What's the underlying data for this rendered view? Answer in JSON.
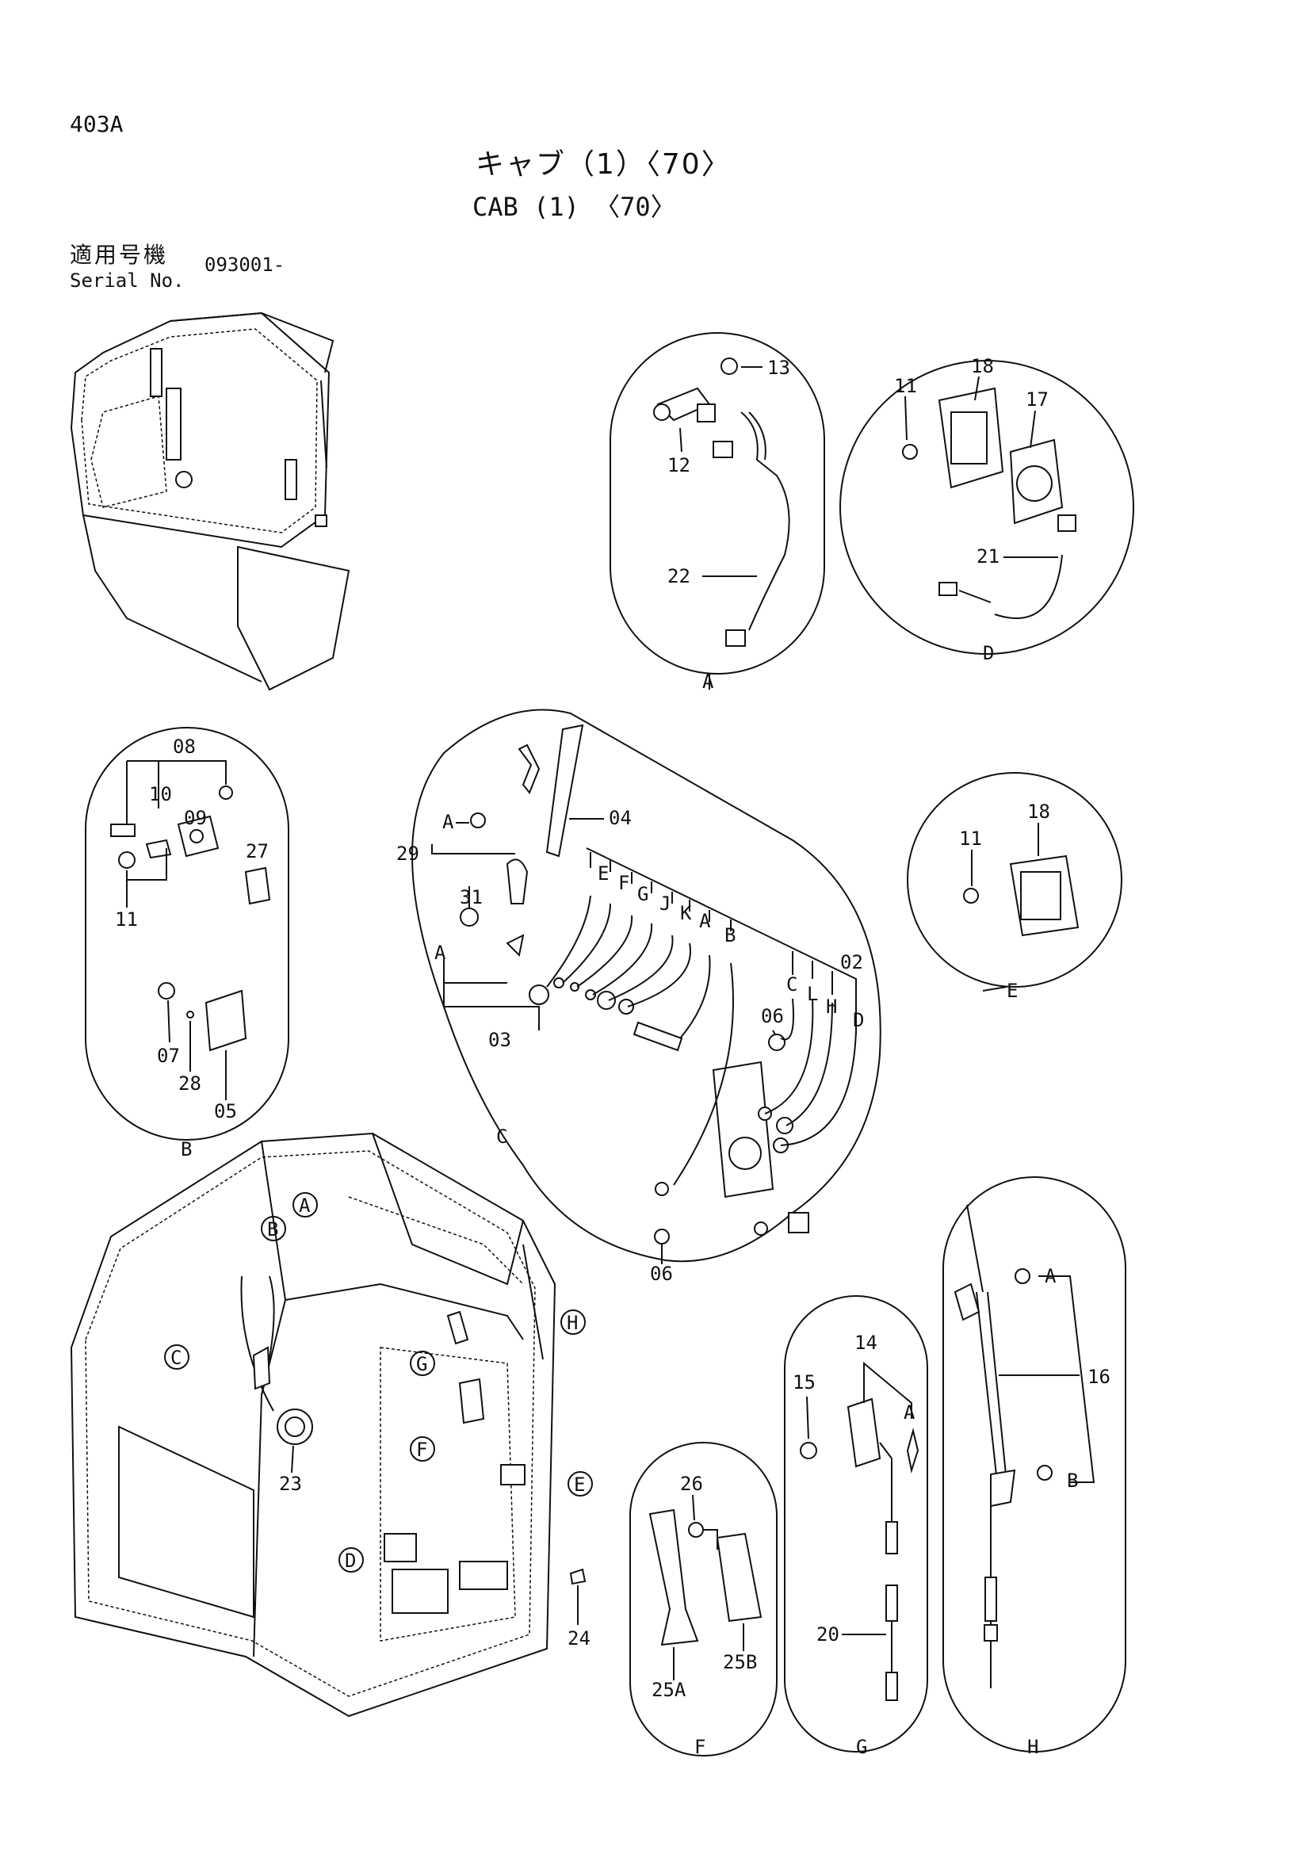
{
  "page_id": "403A",
  "title_jp": "キャブ（1）〈70〉",
  "title_en": "CAB (1) 〈70〉",
  "serial_label_jp": "適用号機",
  "serial_label_en": "Serial No.",
  "serial_value": "093001-",
  "detail_views": [
    "A",
    "B",
    "C",
    "D",
    "E",
    "F",
    "G",
    "H"
  ],
  "callouts": {
    "v_a": [
      "13",
      "12",
      "22"
    ],
    "v_d": [
      "18",
      "11",
      "17",
      "21"
    ],
    "v_b": [
      "08",
      "10",
      "09",
      "27",
      "11",
      "07",
      "28",
      "05"
    ],
    "v_c": [
      "04",
      "29",
      "31",
      "03",
      "02",
      "06",
      "06",
      "E",
      "F",
      "G",
      "J",
      "K",
      "A",
      "B",
      "C",
      "L",
      "H",
      "D",
      "A",
      "A"
    ],
    "v_e": [
      "18",
      "11"
    ],
    "v_g": [
      "14",
      "15",
      "A",
      "20"
    ],
    "v_f": [
      "26",
      "25A",
      "25B"
    ],
    "v_h": [
      "A",
      "16",
      "B"
    ],
    "main": [
      "23",
      "24"
    ]
  },
  "main_markers": [
    "A",
    "B",
    "C",
    "H",
    "G",
    "F",
    "E",
    "D"
  ]
}
